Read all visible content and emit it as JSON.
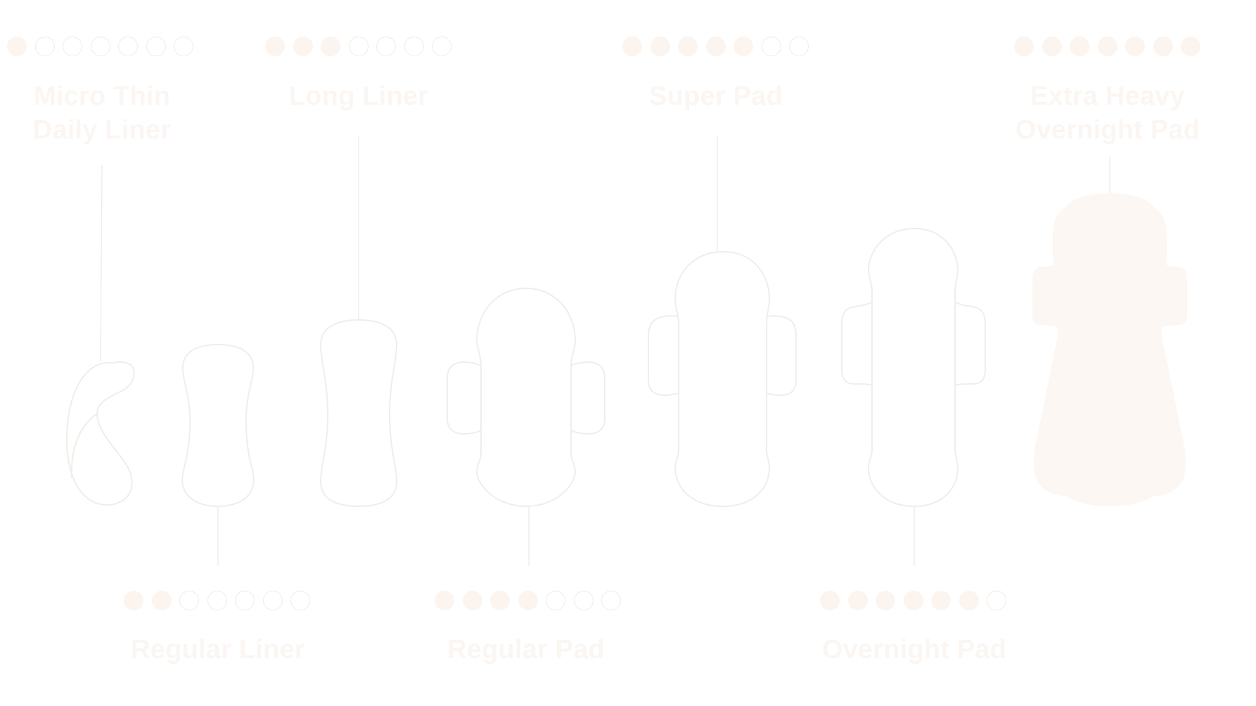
{
  "products": [
    {
      "id": "micro-thin-daily-liner",
      "name_lines": [
        "Micro Thin",
        "Daily Liner"
      ],
      "absorbency": 1,
      "max": 7
    },
    {
      "id": "regular-liner",
      "name_lines": [
        "Regular Liner"
      ],
      "absorbency": 2,
      "max": 7
    },
    {
      "id": "long-liner",
      "name_lines": [
        "Long Liner"
      ],
      "absorbency": 3,
      "max": 7
    },
    {
      "id": "regular-pad",
      "name_lines": [
        "Regular Pad"
      ],
      "absorbency": 4,
      "max": 7
    },
    {
      "id": "super-pad",
      "name_lines": [
        "Super Pad"
      ],
      "absorbency": 5,
      "max": 7
    },
    {
      "id": "overnight-pad",
      "name_lines": [
        "Overnight Pad"
      ],
      "absorbency": 6,
      "max": 7
    },
    {
      "id": "extra-heavy-overnight-pad",
      "name_lines": [
        "Extra Heavy",
        "Overnight Pad"
      ],
      "absorbency": 7,
      "max": 7
    }
  ],
  "colors": {
    "background": "#ffffff",
    "label": "#fbf6f2",
    "dot_filled": "#fcf5ef",
    "dot_empty_border": "#f1ebe6",
    "outline": "#f1ede9"
  }
}
